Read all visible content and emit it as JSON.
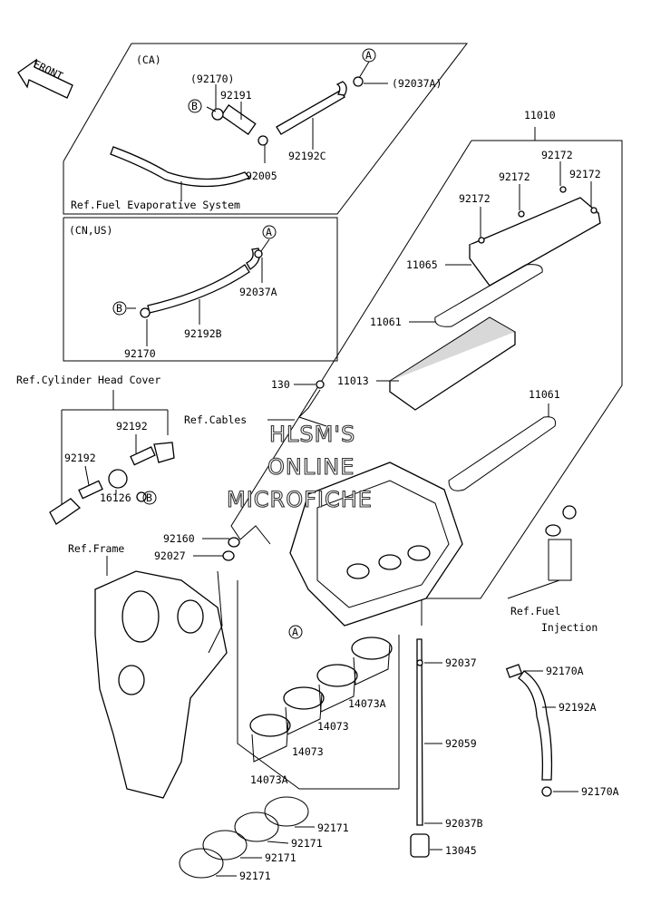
{
  "regions": {
    "ca": "(CA)",
    "cn_us": "(CN,US)"
  },
  "refs": {
    "fuel_evap": "Ref.Fuel Evaporative System",
    "cyl_head": "Ref.Cylinder Head Cover",
    "cables": "Ref.Cables",
    "frame": "Ref.Frame",
    "fuel_inj_1": "Ref.Fuel",
    "fuel_inj_2": "Injection"
  },
  "front_label": "FRONT",
  "callouts": {
    "a": "A",
    "b": "B"
  },
  "parts": {
    "p92170_paren": "(92170)",
    "p92191": "92191",
    "p92037a_paren": "(92037A)",
    "p92192c": "92192C",
    "p92005": "92005",
    "p92037a_us": "92037A",
    "p92192b": "92192B",
    "p92170_us": "92170",
    "p11010": "11010",
    "p92172_1": "92172",
    "p92172_2": "92172",
    "p92172_3": "92172",
    "p92172_4": "92172",
    "p11065": "11065",
    "p11061_1": "11061",
    "p11013": "11013",
    "p130": "130",
    "p11061_2": "11061",
    "p92192_1": "92192",
    "p92192_2": "92192",
    "p16126": "16126",
    "p92160": "92160",
    "p92027": "92027",
    "p92037": "92037",
    "p92170a_1": "92170A",
    "p92192a": "92192A",
    "p14073a_1": "14073A",
    "p14073_1": "14073",
    "p14073_2": "14073",
    "p14073a_2": "14073A",
    "p92059": "92059",
    "p92170a_2": "92170A",
    "p92171_1": "92171",
    "p92171_2": "92171",
    "p92171_3": "92171",
    "p92171_4": "92171",
    "p92037b": "92037B",
    "p13045": "13045"
  },
  "watermark": {
    "line1": "HLSM'S",
    "line2": "ONLINE",
    "line3": "MICROFICHE"
  }
}
